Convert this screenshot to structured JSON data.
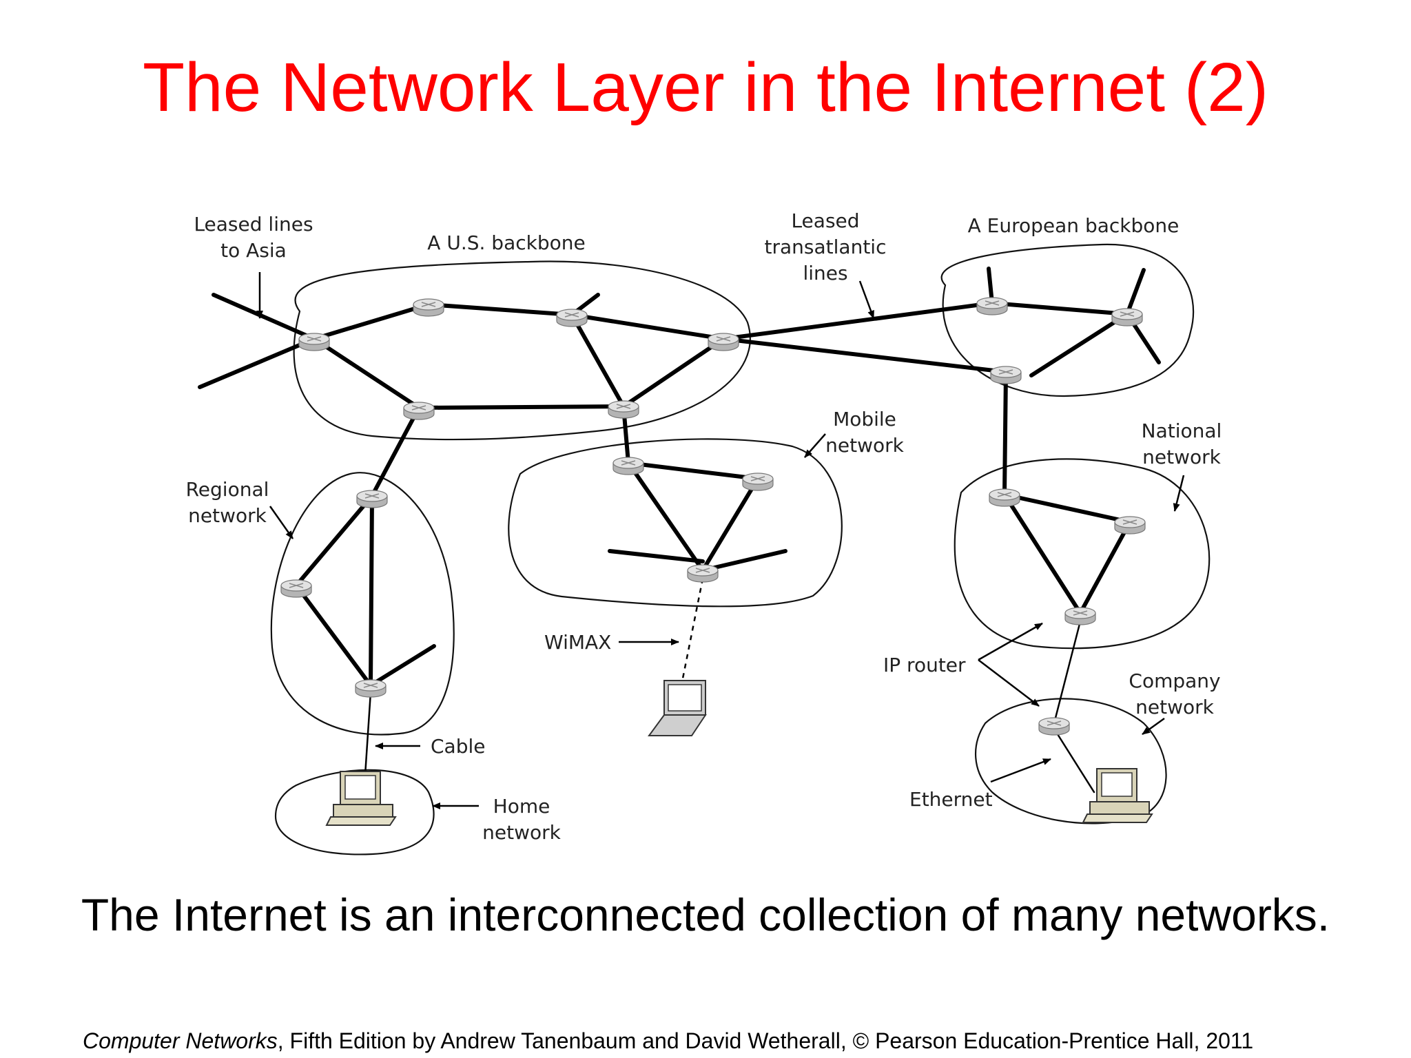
{
  "slide": {
    "title": "The Network Layer in the Internet (2)",
    "title_color": "#ff0000",
    "subtitle": "The Internet is an interconnected collection of many networks.",
    "footer": {
      "book_title": "Computer Networks",
      "rest": ", Fifth Edition by Andrew Tanenbaum and David Wetherall, © Pearson Education-Prentice Hall, 2011"
    }
  },
  "diagram": {
    "labels": {
      "leased_asia_1": "Leased lines",
      "leased_asia_2": "to Asia",
      "us_backbone": "A U.S. backbone",
      "transatlantic_1": "Leased",
      "transatlantic_2": "transatlantic",
      "transatlantic_3": "lines",
      "euro_backbone": "A European backbone",
      "mobile_1": "Mobile",
      "mobile_2": "network",
      "national_1": "National",
      "national_2": "network",
      "regional_1": "Regional",
      "regional_2": "network",
      "wimax": "WiMAX",
      "ip_router": "IP router",
      "company_1": "Company",
      "company_2": "network",
      "cable": "Cable",
      "home_1": "Home",
      "home_2": "network",
      "ethernet": "Ethernet"
    },
    "icons": [
      "router-icon",
      "computer-icon",
      "laptop-icon"
    ],
    "colors": {
      "router_body": "#c8c8c8",
      "router_top": "#e6e6e6",
      "computer_body": "#d9d4b8"
    }
  }
}
